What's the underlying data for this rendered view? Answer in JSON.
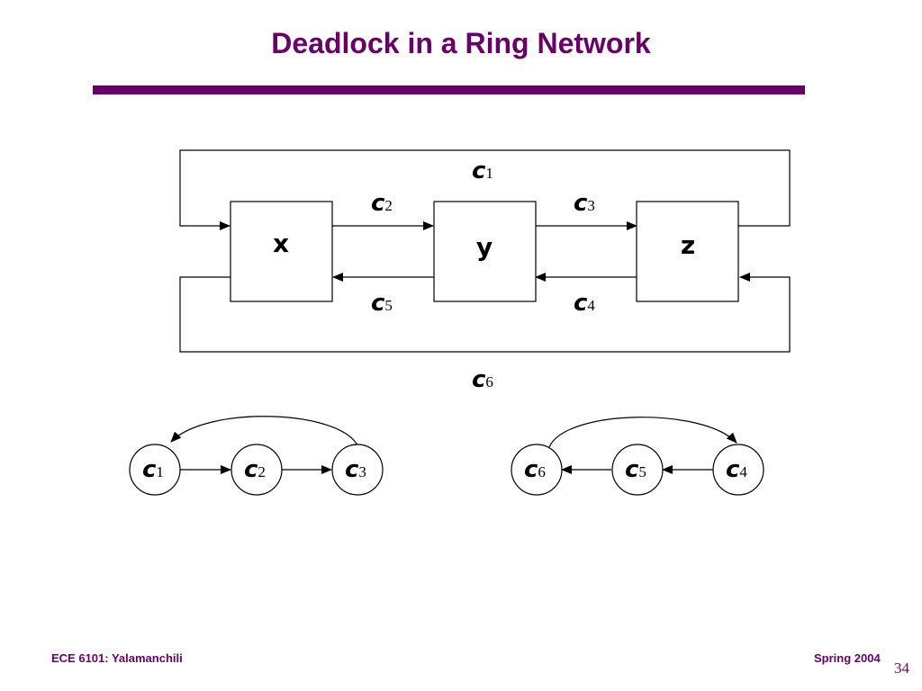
{
  "slide": {
    "title": "Deadlock in a Ring Network",
    "footer_left": "ECE 6101: Yalamanchili",
    "footer_right": "Spring 2004",
    "page_number": "34",
    "accent_color": "#660066"
  },
  "network": {
    "nodes": [
      "x",
      "y",
      "z"
    ],
    "channels": {
      "c1": {
        "main": "c",
        "sub": "1"
      },
      "c2": {
        "main": "c",
        "sub": "2"
      },
      "c3": {
        "main": "c",
        "sub": "3"
      },
      "c4": {
        "main": "c",
        "sub": "4"
      },
      "c5": {
        "main": "c",
        "sub": "5"
      },
      "c6": {
        "main": "c",
        "sub": "6"
      }
    }
  },
  "dependency_graphs": {
    "left": [
      {
        "main": "c",
        "sub": "1"
      },
      {
        "main": "c",
        "sub": "2"
      },
      {
        "main": "c",
        "sub": "3"
      }
    ],
    "right": [
      {
        "main": "c",
        "sub": "6"
      },
      {
        "main": "c",
        "sub": "5"
      },
      {
        "main": "c",
        "sub": "4"
      }
    ]
  }
}
